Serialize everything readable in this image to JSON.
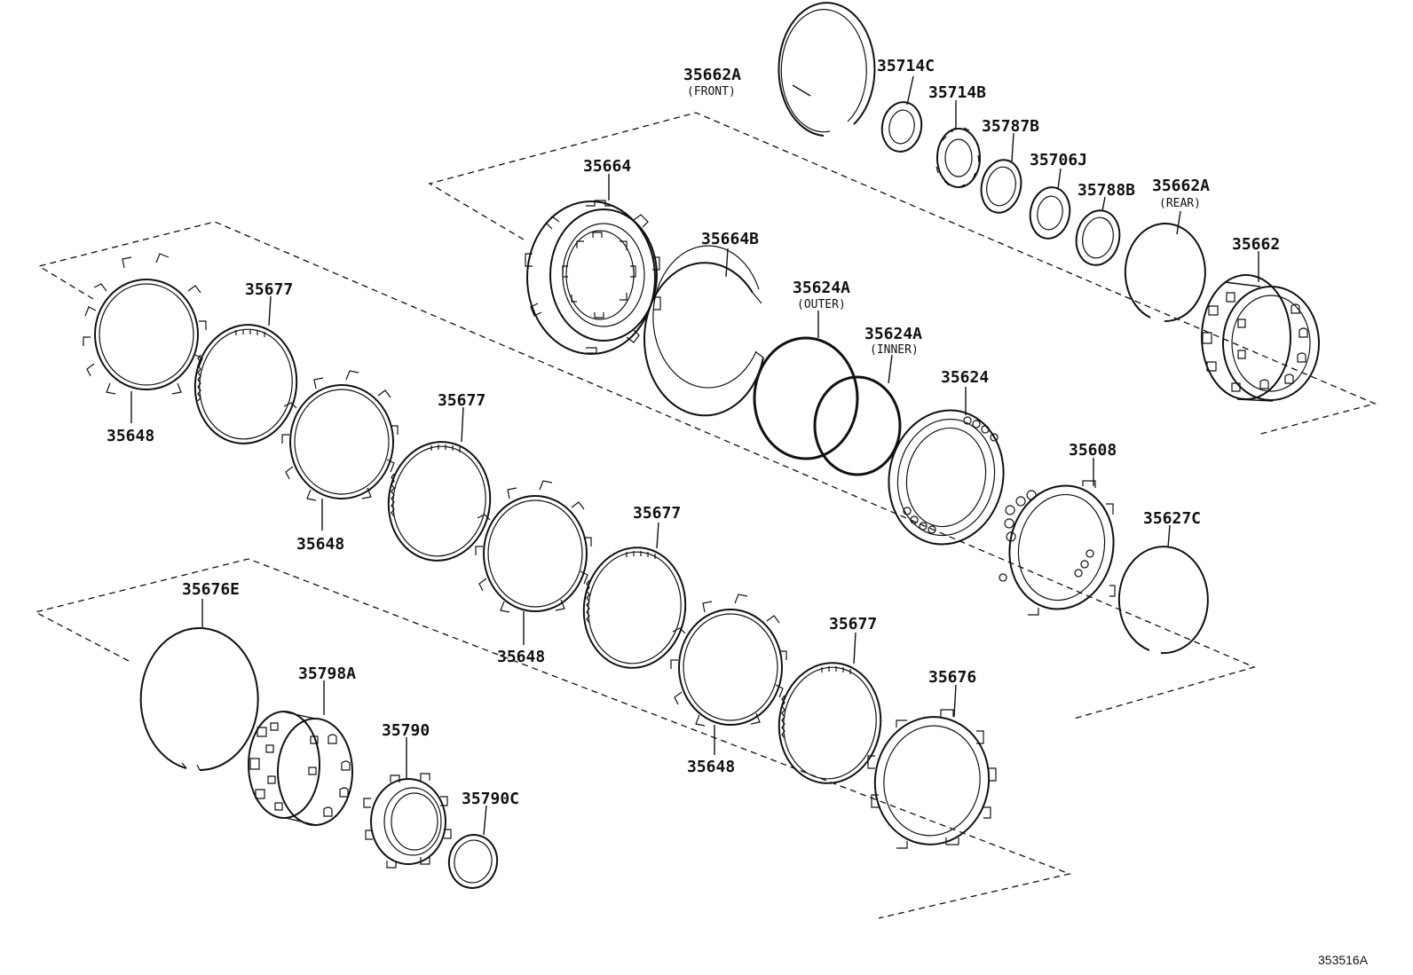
{
  "figure_id": "353516A",
  "callouts": [
    {
      "id": "c1",
      "text": "35662A",
      "sub": "(FRONT)"
    },
    {
      "id": "c2",
      "text": "35714C",
      "sub": ""
    },
    {
      "id": "c3",
      "text": "35714B",
      "sub": ""
    },
    {
      "id": "c4",
      "text": "35787B",
      "sub": ""
    },
    {
      "id": "c5",
      "text": "35706J",
      "sub": ""
    },
    {
      "id": "c6",
      "text": "35788B",
      "sub": ""
    },
    {
      "id": "c7",
      "text": "35662A",
      "sub": "(REAR)"
    },
    {
      "id": "c8",
      "text": "35662",
      "sub": ""
    },
    {
      "id": "c9",
      "text": "35664",
      "sub": ""
    },
    {
      "id": "c10",
      "text": "35664B",
      "sub": ""
    },
    {
      "id": "c11",
      "text": "35624A",
      "sub": "(OUTER)"
    },
    {
      "id": "c12",
      "text": "35624A",
      "sub": "(INNER)"
    },
    {
      "id": "c13",
      "text": "35624",
      "sub": ""
    },
    {
      "id": "c14",
      "text": "35608",
      "sub": ""
    },
    {
      "id": "c15",
      "text": "35627C",
      "sub": ""
    },
    {
      "id": "c16",
      "text": "35677",
      "sub": ""
    },
    {
      "id": "c17",
      "text": "35648",
      "sub": ""
    },
    {
      "id": "c18",
      "text": "35648",
      "sub": ""
    },
    {
      "id": "c19",
      "text": "35677",
      "sub": ""
    },
    {
      "id": "c20",
      "text": "35677",
      "sub": ""
    },
    {
      "id": "c21",
      "text": "35648",
      "sub": ""
    },
    {
      "id": "c22",
      "text": "35677",
      "sub": ""
    },
    {
      "id": "c23",
      "text": "35648",
      "sub": ""
    },
    {
      "id": "c24",
      "text": "35676",
      "sub": ""
    },
    {
      "id": "c25",
      "text": "35676E",
      "sub": ""
    },
    {
      "id": "c26",
      "text": "35798A",
      "sub": ""
    },
    {
      "id": "c27",
      "text": "35790",
      "sub": ""
    },
    {
      "id": "c28",
      "text": "35790C",
      "sub": ""
    }
  ]
}
